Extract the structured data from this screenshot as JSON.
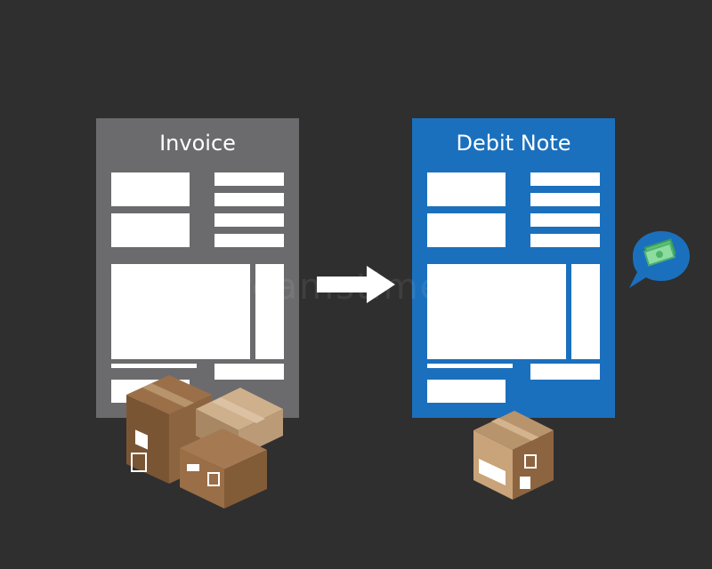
{
  "invoice": {
    "title": "Invoice"
  },
  "debit_note": {
    "title": "Debit Note"
  },
  "watermark": {
    "text": "dreamstime"
  },
  "colors": {
    "background": "#2f2f2f",
    "invoice_card": "#6b6b6d",
    "debit_note_card": "#1b70bd",
    "block": "#ffffff",
    "bubble": "#1b70bd",
    "money": "#4db56a",
    "box_dark": "#7a5534",
    "box_light": "#b8946d"
  },
  "icons": {
    "arrow": "right-arrow-icon",
    "money_bubble": "money-speech-bubble-icon",
    "boxes_left": "package-stack-icon",
    "box_right": "package-icon"
  }
}
